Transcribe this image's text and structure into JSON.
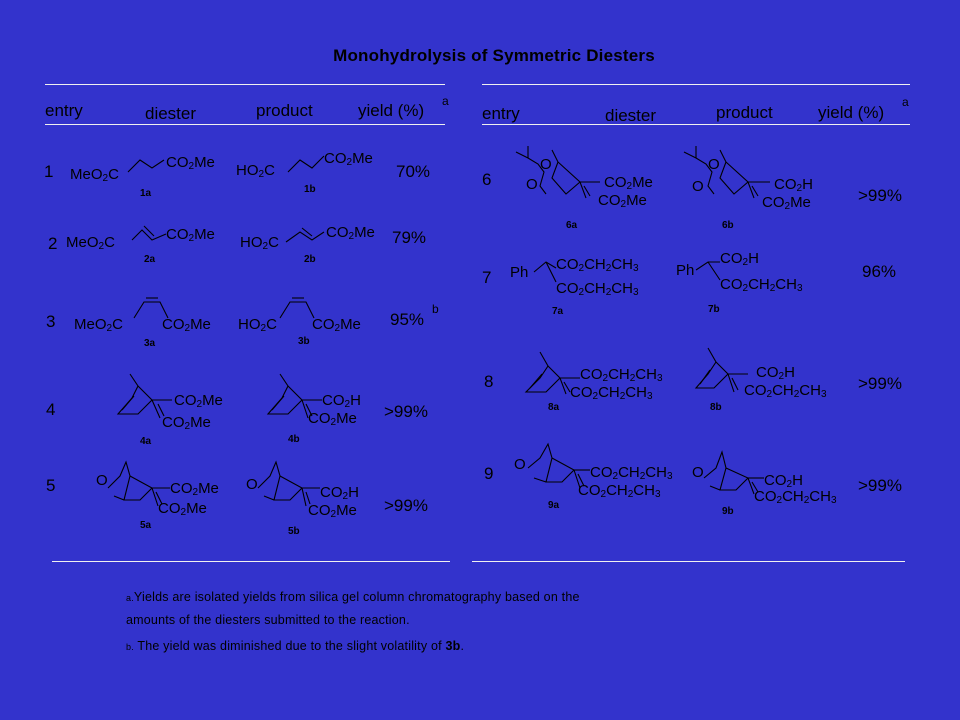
{
  "title": "Monohydrolysis of Symmetric Diesters",
  "headers": {
    "entry": "entry",
    "diester": "diester",
    "product": "product",
    "yield": "yield (%)",
    "yield_sup": "a"
  },
  "entries": [
    {
      "entry": "1",
      "diester_label": "1a",
      "product_label": "1b",
      "yield": "70%",
      "diester_groups": [
        "MeO2C",
        "CO2Me"
      ],
      "product_groups": [
        "HO2C",
        "CO2Me"
      ]
    },
    {
      "entry": "2",
      "diester_label": "2a",
      "product_label": "2b",
      "yield": "79%",
      "diester_groups": [
        "MeO2C",
        "CO2Me"
      ],
      "product_groups": [
        "HO2C",
        "CO2Me"
      ]
    },
    {
      "entry": "3",
      "diester_label": "3a",
      "product_label": "3b",
      "yield": "95%",
      "yield_sup": "b",
      "diester_groups": [
        "MeO2C",
        "CO2Me"
      ],
      "product_groups": [
        "HO2C",
        "CO2Me"
      ]
    },
    {
      "entry": "4",
      "diester_label": "4a",
      "product_label": "4b",
      "yield": ">99%",
      "diester_groups": [
        "CO2Me",
        "CO2Me"
      ],
      "product_groups": [
        "CO2H",
        "CO2Me"
      ]
    },
    {
      "entry": "5",
      "diester_label": "5a",
      "product_label": "5b",
      "yield": ">99%",
      "diester_groups": [
        "O",
        "CO2Me",
        "CO2Me"
      ],
      "product_groups": [
        "O",
        "CO2H",
        "CO2Me"
      ]
    },
    {
      "entry": "6",
      "diester_label": "6a",
      "product_label": "6b",
      "yield": ">99%",
      "diester_groups": [
        "O",
        "O",
        "CO2Me",
        "CO2Me"
      ],
      "product_groups": [
        "O",
        "O",
        "CO2H",
        "CO2Me"
      ]
    },
    {
      "entry": "7",
      "diester_label": "7a",
      "product_label": "7b",
      "yield": "96%",
      "diester_groups": [
        "Ph",
        "CO2CH2CH3",
        "CO2CH2CH3"
      ],
      "product_groups": [
        "Ph",
        "CO2H",
        "CO2CH2CH3"
      ]
    },
    {
      "entry": "8",
      "diester_label": "8a",
      "product_label": "8b",
      "yield": ">99%",
      "diester_groups": [
        "CO2CH2CH3",
        "CO2CH2CH3"
      ],
      "product_groups": [
        "CO2H",
        "CO2CH2CH3"
      ]
    },
    {
      "entry": "9",
      "diester_label": "9a",
      "product_label": "9b",
      "yield": ">99%",
      "diester_groups": [
        "O",
        "CO2CH2CH3",
        "CO2CH2CH3"
      ],
      "product_groups": [
        "O",
        "CO2H",
        "CO2CH2CH3"
      ]
    }
  ],
  "footnotes": {
    "a_mark": "a.",
    "a_line1": "Yields are isolated yields from silica gel column chromatography based on the",
    "a_line2": "amounts of the diesters  submitted to the reaction.",
    "b_mark": "b.",
    "b_text": "The yield was diminished due to the slight volatility of ",
    "b_compound": "3b",
    "b_end": "."
  }
}
